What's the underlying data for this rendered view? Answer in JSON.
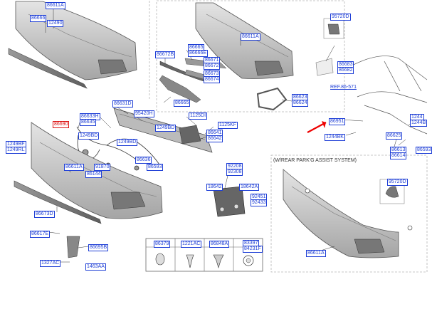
{
  "section_title": "(W/REAR PARK'G ASSIST SYSTEM)",
  "reference_label": "REF.86-571",
  "legend_items": [
    {
      "part": "86379",
      "icon": "clip-oval-icon"
    },
    {
      "part": "1221AC",
      "icon": "screw-icon"
    },
    {
      "part": "86848A",
      "icon": "push-pin-icon"
    },
    {
      "part": "83397",
      "part_alt": "84231F",
      "icon": "grommet-icon"
    }
  ],
  "parts": {
    "p86611a_top": "86611A",
    "p86666_top": "86666",
    "p12490_top": "12490",
    "p86611a_tc": "86611A",
    "p95720d_tc": "95720D",
    "p86672b": "86672B",
    "p86665_86666": "86665",
    "p86666e": "86666E",
    "p86671": "86671",
    "p86672": "86672",
    "p86673": "86673",
    "p86674": "86674",
    "p86683": "86683",
    "p86682": "86682",
    "p86665_b": "86665",
    "p86623": "86623",
    "p86624": "86624",
    "p86631d": "86631D",
    "p95420h": "95420H",
    "p1125d": "1125DI",
    "p86633h": "86633H",
    "p86635": "86635",
    "p1249bd_a": "1249BD",
    "p1249bd_b": "1249BD",
    "p1125kf": "1125KF",
    "p86641": "86641",
    "p86642": "86642",
    "p1249bd_c": "1249BD",
    "p86690": "86690",
    "p1249bf": "1249BF",
    "p1249rl": "1249RL",
    "p91870": "91870",
    "p86144": "86144",
    "p86611a_mid": "86611A",
    "p86636": "86636",
    "p86593": "86593",
    "p92208": "92208",
    "p92308": "92308",
    "p18642": "18642",
    "p18642a": "18642A",
    "p92451": "92451",
    "p92433": "92433",
    "p86673d": "86673D",
    "p86617e": "86617E",
    "p86695b": "86695B",
    "p1327ac": "1327AC",
    "p1463aa": "1463AA",
    "p86951": "86951",
    "p1244bk": "1244BK",
    "p86625": "86625",
    "p1244": "1244",
    "p86613": "86613",
    "p86614": "86614",
    "p86593_r": "86593",
    "p95720d_r": "95720D",
    "p86611a_r": "86611A",
    "p1244r_b": "1244B"
  }
}
